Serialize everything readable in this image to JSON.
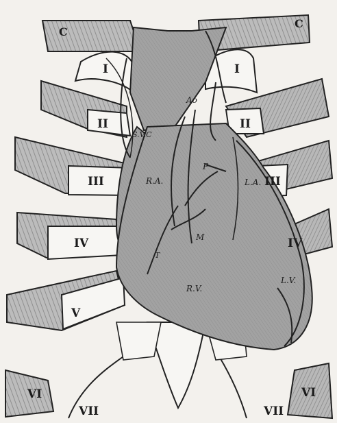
{
  "diagram": {
    "labels": {
      "clavicle_left": "C",
      "clavicle_right": "C",
      "rib_1_left": "I",
      "rib_1_right": "I",
      "rib_2_left": "II",
      "rib_2_right": "II",
      "rib_3_left": "III",
      "rib_3_right": "III",
      "rib_4_left": "IV",
      "rib_4_right": "IV",
      "rib_5_left": "V",
      "rib_6_left": "VI",
      "rib_6_right": "VI",
      "rib_7_left": "VII",
      "rib_7_right": "VII",
      "aorta": "Ao",
      "superior_vena_cava": "S.V.C",
      "pulmonary": "P",
      "right_atrium": "R.A.",
      "left_atrium": "L.A.",
      "mitral": "M",
      "tricuspid": "T",
      "right_ventricle": "R.V.",
      "left_ventricle": "L.V."
    },
    "colors": {
      "paper": "#f3f1ed",
      "heart_fill": "#9b9b9b",
      "rib_fill": "#bdbdbd",
      "cartilage_fill": "#f7f6f3",
      "line": "#222222"
    }
  }
}
